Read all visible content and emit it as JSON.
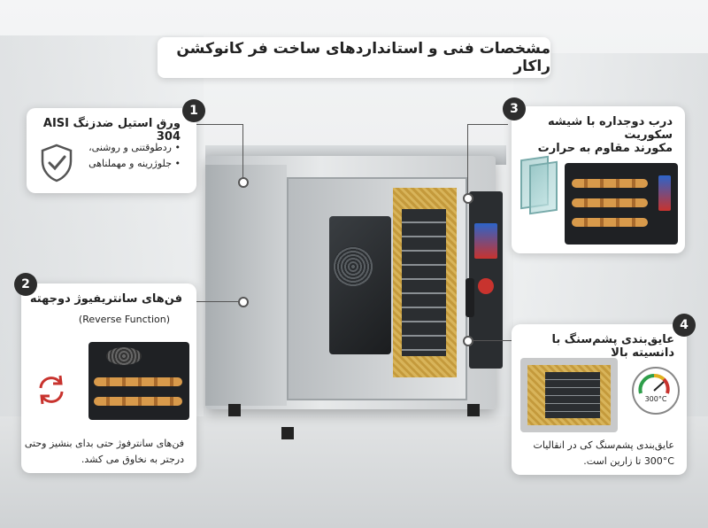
{
  "title": "مشخصات فنی و استانداردهای ساخت فر کانوکشن راکار",
  "features": [
    {
      "number": "1",
      "title": "ورق استیل ضدزنگ AISI 304",
      "bullets": [
        "ردطوقتنی و روشنی،",
        "جلوژرینه و مهملناهی"
      ],
      "icon": "shield-check-icon"
    },
    {
      "number": "2",
      "title": "فن‌های سانتریفیوژ دوجهته",
      "subtitle": "(Reverse Function)",
      "description_lines": [
        "فن‌های سانترفوژ حتی بدای بنشیز وحتی",
        "درجتر به نخاوق می کشد."
      ],
      "icon": "reverse-rotation-icon"
    },
    {
      "number": "3",
      "title_lines": [
        "درب دوجداره با شیشه سکوریت",
        "مکورند مقاوم به حرارت"
      ],
      "icon": "glass-panel-icon"
    },
    {
      "number": "4",
      "title": "عایق‌بندی پشم‌سنگ با دانسیته بالا",
      "description_lines": [
        "عایق‌بندی پشم‌سنگ کی در انقالیات",
        "300°C تا زارین است."
      ],
      "gauge_label": "300°C",
      "icon": "temperature-gauge-icon"
    }
  ],
  "colors": {
    "badge": "#2d2d2d",
    "accent_red": "#c8332e",
    "insulation": "#d8b45a"
  }
}
